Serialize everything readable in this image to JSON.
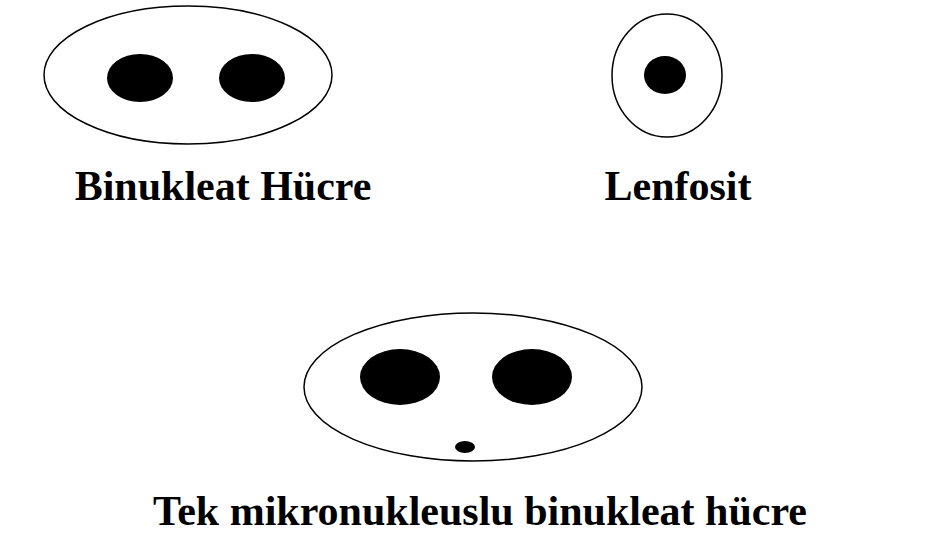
{
  "diagram": {
    "nodes": [
      {
        "text": [
          "Binukleat Hücre"
        ]
      },
      {
        "text": [
          "Lenfosit"
        ]
      },
      {
        "text": [
          "Tek mikronukleuslu binukleat hücre"
        ]
      }
    ]
  }
}
